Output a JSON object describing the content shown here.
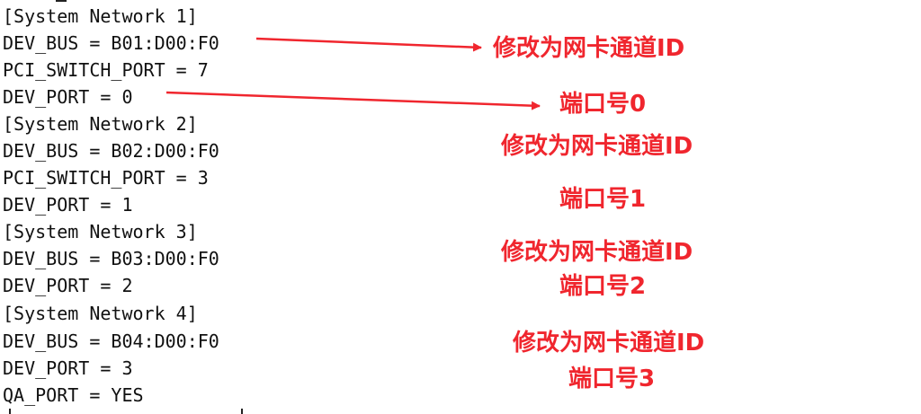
{
  "config_lines": [
    "[System Network 1]",
    "DEV_BUS = B01:D00:F0",
    "PCI_SWITCH_PORT = 7",
    "DEV_PORT = 0",
    "[System Network 2]",
    "DEV_BUS = B02:D00:F0",
    "PCI_SWITCH_PORT = 3",
    "DEV_PORT = 1",
    "[System Network 3]",
    "DEV_BUS = B03:D00:F0",
    "DEV_PORT = 2",
    "[System Network 4]",
    "DEV_BUS = B04:D00:F0",
    "DEV_PORT = 3",
    "QA_PORT = YES"
  ],
  "annotations": [
    "修改为网卡通道ID",
    "端口号0",
    "修改为网卡通道ID",
    "端口号1",
    "修改为网卡通道ID",
    "端口号2",
    "修改为网卡通道ID",
    "端口号3"
  ],
  "colors": {
    "text": "#111111",
    "annotation": "#f0262e",
    "arrow": "#f0262e",
    "background": "#ffffff"
  }
}
